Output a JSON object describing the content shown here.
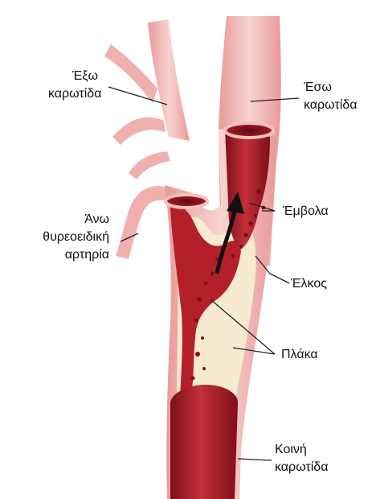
{
  "labels": {
    "external_carotid": [
      "Έξω",
      "καρωτίδα"
    ],
    "internal_carotid": [
      "Έσω",
      "καρωτίδα"
    ],
    "superior_thyroid_artery": [
      "Άνω",
      "θυρεοειδική",
      "αρτηρία"
    ],
    "emboli": "Έμβολα",
    "ulcer": "Έλκος",
    "plaque": "Πλάκα",
    "common_carotid": [
      "Κοινή",
      "καρωτίδα"
    ]
  },
  "colors": {
    "vessel_wall": "#f0b2b0",
    "vessel_wall_light": "#f7d3d1",
    "blood": "#b4202a",
    "blood_dark": "#7e0f18",
    "plaque": "#f6ead0",
    "leader_line": "#222222"
  }
}
